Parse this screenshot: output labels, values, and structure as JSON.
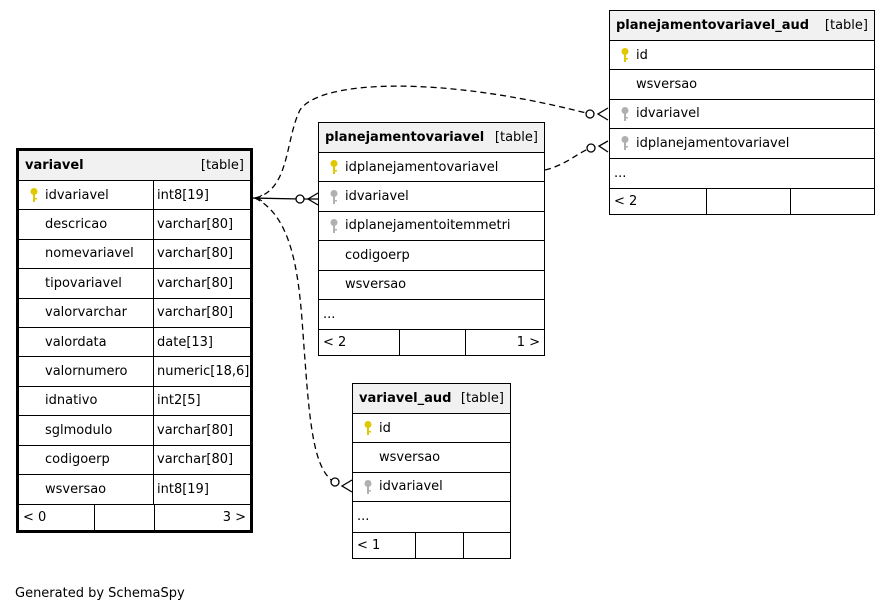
{
  "tables": {
    "variavel": {
      "name": "variavel",
      "kind": "[table]",
      "columns": [
        {
          "name": "idvariavel",
          "type": "int8[19]",
          "key": "primary"
        },
        {
          "name": "descricao",
          "type": "varchar[80]",
          "key": "none"
        },
        {
          "name": "nomevariavel",
          "type": "varchar[80]",
          "key": "none"
        },
        {
          "name": "tipovariavel",
          "type": "varchar[80]",
          "key": "none"
        },
        {
          "name": "valorvarchar",
          "type": "varchar[80]",
          "key": "none"
        },
        {
          "name": "valordata",
          "type": "date[13]",
          "key": "none"
        },
        {
          "name": "valornumero",
          "type": "numeric[18,6]",
          "key": "none"
        },
        {
          "name": "idnativo",
          "type": "int2[5]",
          "key": "none"
        },
        {
          "name": "sglmodulo",
          "type": "varchar[80]",
          "key": "none"
        },
        {
          "name": "codigoerp",
          "type": "varchar[80]",
          "key": "none"
        },
        {
          "name": "wsversao",
          "type": "int8[19]",
          "key": "none"
        }
      ],
      "footer": [
        "< 0",
        "",
        "3 >"
      ]
    },
    "planejamentovariavel": {
      "name": "planejamentovariavel",
      "kind": "[table]",
      "columns": [
        {
          "name": "idplanejamentovariavel",
          "key": "primary"
        },
        {
          "name": "idvariavel",
          "key": "foreign"
        },
        {
          "name": "idplanejamentoitemmetri",
          "key": "foreign"
        },
        {
          "name": "codigoerp",
          "key": "none"
        },
        {
          "name": "wsversao",
          "key": "none"
        },
        {
          "name": "...",
          "key": "ellipsis"
        }
      ],
      "footer": [
        "< 2",
        "",
        "1 >"
      ]
    },
    "planejamentovariavel_aud": {
      "name": "planejamentovariavel_aud",
      "kind": "[table]",
      "columns": [
        {
          "name": "id",
          "key": "primary"
        },
        {
          "name": "wsversao",
          "key": "none"
        },
        {
          "name": "idvariavel",
          "key": "foreign"
        },
        {
          "name": "idplanejamentovariavel",
          "key": "foreign"
        },
        {
          "name": "...",
          "key": "ellipsis"
        }
      ],
      "footer": [
        "< 2",
        "",
        ""
      ]
    },
    "variavel_aud": {
      "name": "variavel_aud",
      "kind": "[table]",
      "columns": [
        {
          "name": "id",
          "key": "primary"
        },
        {
          "name": "wsversao",
          "key": "none"
        },
        {
          "name": "idvariavel",
          "key": "foreign"
        },
        {
          "name": "...",
          "key": "ellipsis"
        }
      ],
      "footer": [
        "< 1",
        "",
        ""
      ]
    }
  },
  "colors": {
    "primary_key": "#e0c800",
    "foreign_key": "#b0b0b0",
    "header_bg": "#f1f1f1"
  },
  "footer_text": "Generated by SchemaSpy"
}
